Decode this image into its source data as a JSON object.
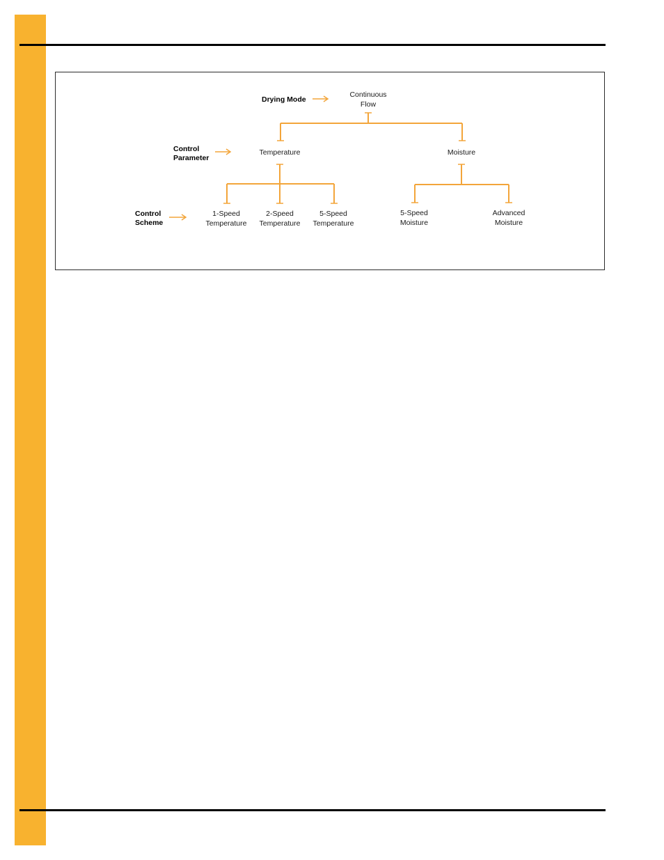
{
  "diagram": {
    "levels": {
      "drying_mode": "Drying Mode",
      "control_parameter": [
        "Control",
        "Parameter"
      ],
      "control_scheme": [
        "Control",
        "Scheme"
      ]
    },
    "root": [
      "Continuous",
      "Flow"
    ],
    "parameters": {
      "temperature": "Temperature",
      "moisture": "Moisture"
    },
    "schemes": {
      "one_speed_temp": [
        "1-Speed",
        "Temperature"
      ],
      "two_speed_temp": [
        "2-Speed",
        "Temperature"
      ],
      "five_speed_temp": [
        "5-Speed",
        "Temperature"
      ],
      "five_speed_moist": [
        "5-Speed",
        "Moisture"
      ],
      "advanced_moist": [
        "Advanced",
        "Moisture"
      ]
    }
  },
  "colors": {
    "band": "#f8b22f",
    "connector": "#f3a53a",
    "rule": "#000000"
  }
}
